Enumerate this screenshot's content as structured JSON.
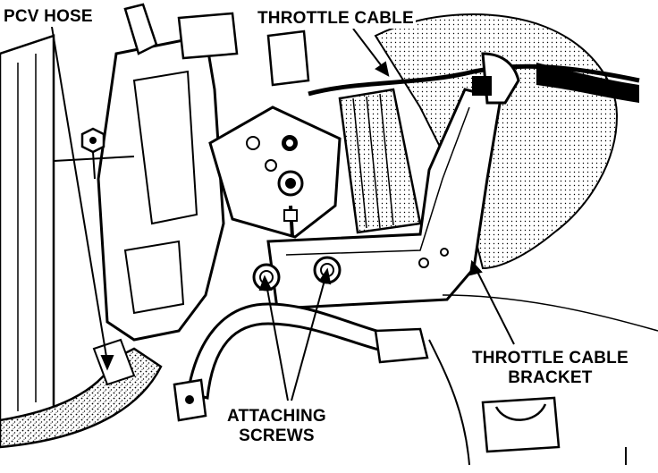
{
  "labels": {
    "pcv_hose": "PCV HOSE",
    "throttle_cable": "THROTTLE CABLE",
    "bracket_line1": "THROTTLE CABLE",
    "bracket_line2": "BRACKET",
    "screws_line1": "ATTACHING",
    "screws_line2": "SCREWS"
  },
  "colors": {
    "ink": "#000000",
    "paper": "#ffffff",
    "stipple": "#9a9a9a"
  }
}
